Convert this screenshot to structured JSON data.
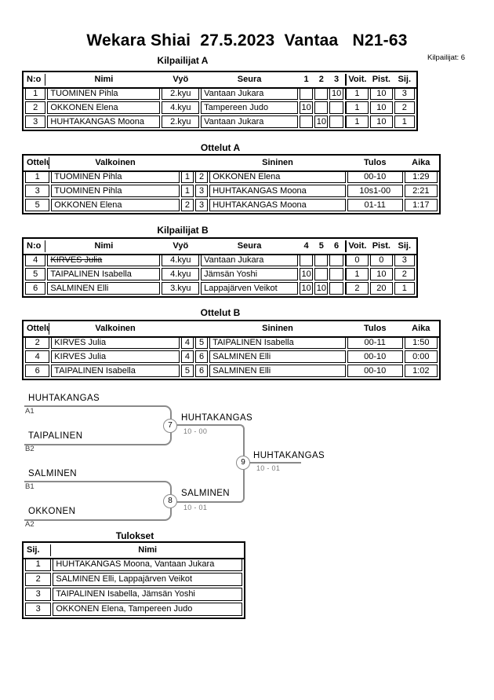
{
  "page": {
    "title": "Wekara Shiai  27.5.2023  Vantaa   N21-63",
    "competitor_count": "Kilpailijat: 6"
  },
  "pool_a": {
    "heading": "Kilpailijat A",
    "headers": [
      "N:o",
      "Nimi",
      "Vyö",
      "Seura",
      "1",
      "2",
      "3",
      "Voit.",
      "Pist.",
      "Sij."
    ],
    "rows": [
      {
        "no": "1",
        "name": "TUOMINEN Pihla",
        "belt": "2.kyu",
        "club": "Vantaan Jukara",
        "c1": "",
        "c2": "",
        "c3": "10",
        "wins": "1",
        "points": "10",
        "place": "3",
        "struck": false
      },
      {
        "no": "2",
        "name": "OKKONEN Elena",
        "belt": "4.kyu",
        "club": "Tampereen Judo",
        "c1": "10",
        "c2": "",
        "c3": "",
        "wins": "1",
        "points": "10",
        "place": "2",
        "struck": false
      },
      {
        "no": "3",
        "name": "HUHTAKANGAS Moona",
        "belt": "2.kyu",
        "club": "Vantaan Jukara",
        "c1": "",
        "c2": "10",
        "c3": "",
        "wins": "1",
        "points": "10",
        "place": "1",
        "struck": false
      }
    ]
  },
  "matches_a": {
    "heading": "Ottelut A",
    "headers": [
      "Ottelu",
      "Valkoinen",
      "",
      "",
      "Sininen",
      "Tulos",
      "Aika"
    ],
    "rows": [
      {
        "match": "1",
        "white": "TUOMINEN Pihla",
        "wno": "1",
        "bno": "2",
        "blue": "OKKONEN Elena",
        "result": "00-10",
        "time": "1:29"
      },
      {
        "match": "3",
        "white": "TUOMINEN Pihla",
        "wno": "1",
        "bno": "3",
        "blue": "HUHTAKANGAS Moona",
        "result": "10s1-00",
        "time": "2:21"
      },
      {
        "match": "5",
        "white": "OKKONEN Elena",
        "wno": "2",
        "bno": "3",
        "blue": "HUHTAKANGAS Moona",
        "result": "01-11",
        "time": "1:17"
      }
    ]
  },
  "pool_b": {
    "heading": "Kilpailijat B",
    "headers": [
      "N:o",
      "Nimi",
      "Vyö",
      "Seura",
      "4",
      "5",
      "6",
      "Voit.",
      "Pist.",
      "Sij."
    ],
    "rows": [
      {
        "no": "4",
        "name": "KIRVES Julia",
        "belt": "4.kyu",
        "club": "Vantaan Jukara",
        "c1": "",
        "c2": "",
        "c3": "",
        "wins": "0",
        "points": "0",
        "place": "3",
        "struck": true
      },
      {
        "no": "5",
        "name": "TAIPALINEN Isabella",
        "belt": "4.kyu",
        "club": "Jämsän Yoshi",
        "c1": "10",
        "c2": "",
        "c3": "",
        "wins": "1",
        "points": "10",
        "place": "2",
        "struck": false
      },
      {
        "no": "6",
        "name": "SALMINEN Elli",
        "belt": "3.kyu",
        "club": "Lappajärven Veikot",
        "c1": "10",
        "c2": "10",
        "c3": "",
        "wins": "2",
        "points": "20",
        "place": "1",
        "struck": false
      }
    ]
  },
  "matches_b": {
    "heading": "Ottelut B",
    "headers": [
      "Ottelu",
      "Valkoinen",
      "",
      "",
      "Sininen",
      "Tulos",
      "Aika"
    ],
    "rows": [
      {
        "match": "2",
        "white": "KIRVES Julia",
        "wno": "4",
        "bno": "5",
        "blue": "TAIPALINEN Isabella",
        "result": "00-11",
        "time": "1:50"
      },
      {
        "match": "4",
        "white": "KIRVES Julia",
        "wno": "4",
        "bno": "6",
        "blue": "SALMINEN Elli",
        "result": "00-10",
        "time": "0:00"
      },
      {
        "match": "6",
        "white": "TAIPALINEN Isabella",
        "wno": "5",
        "bno": "6",
        "blue": "SALMINEN Elli",
        "result": "00-10",
        "time": "1:02"
      }
    ]
  },
  "bracket": {
    "sf1": {
      "top_name": "HUHTAKANGAS",
      "top_seed": "A1",
      "bottom_name": "TAIPALINEN",
      "bottom_seed": "B2",
      "match_no": "7",
      "winner": "HUHTAKANGAS",
      "score": "10 - 00"
    },
    "sf2": {
      "top_name": "SALMINEN",
      "top_seed": "B1",
      "bottom_name": "OKKONEN",
      "bottom_seed": "A2",
      "match_no": "8",
      "winner": "SALMINEN",
      "score": "10 - 01"
    },
    "final": {
      "match_no": "9",
      "winner": "HUHTAKANGAS",
      "score": "10 - 01"
    }
  },
  "results": {
    "heading": "Tulokset",
    "headers": [
      "Sij.",
      "Nimi"
    ],
    "rows": [
      {
        "place": "1",
        "name": "HUHTAKANGAS Moona, Vantaan Jukara"
      },
      {
        "place": "2",
        "name": "SALMINEN Elli, Lappajärven Veikot"
      },
      {
        "place": "3",
        "name": "TAIPALINEN Isabella, Jämsän Yoshi"
      },
      {
        "place": "3",
        "name": "OKKONEN Elena, Tampereen Judo"
      }
    ]
  }
}
